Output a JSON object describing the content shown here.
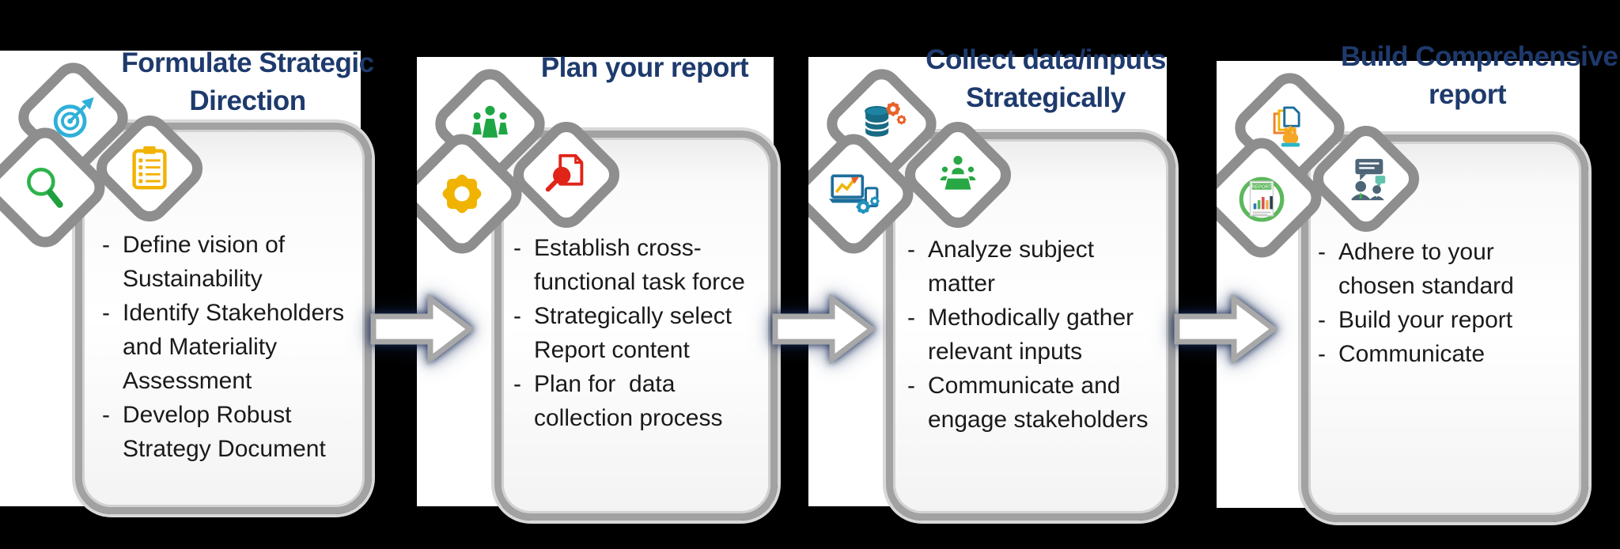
{
  "diagram": {
    "type": "process-flow",
    "background": "#000000",
    "title_color": "#1e3a6d",
    "panel_fill": "#ffffff",
    "box_border_color": "#a2a2a2",
    "diamond_border_color": "#8e8e8e",
    "connector": {
      "shape": "right-arrow",
      "fill": "#ffffff",
      "border": "#a8a8a8"
    }
  },
  "report_icon_label": "REPORT",
  "steps": [
    {
      "title_lines": [
        "Formulate Strategic",
        "Direction"
      ],
      "icons": [
        "target-dart",
        "magnifier",
        "clipboard-checklist"
      ],
      "bullets": [
        "Define vision of Sustainability",
        "Identify Stakeholders and Materiality Assessment",
        "Develop Robust Strategy Document"
      ]
    },
    {
      "title_lines": [
        "Plan your report"
      ],
      "icons": [
        "team",
        "gear",
        "document-search"
      ],
      "bullets": [
        "Establish cross-functional task force",
        "Strategically select Report content",
        "Plan for  data collection process"
      ]
    },
    {
      "title_lines": [
        "Collect data/inputs",
        "Strategically"
      ],
      "icons": [
        "database-gears",
        "analytics-laptop",
        "meeting"
      ],
      "bullets": [
        "Analyze subject matter",
        "Methodically gather relevant inputs",
        "Communicate and engage stakeholders"
      ]
    },
    {
      "title_lines": [
        "Build Comprehensive",
        "report"
      ],
      "icons": [
        "documents-hand",
        "report-chart",
        "discussion"
      ],
      "bullets": [
        "Adhere to your chosen standard",
        "Build your report",
        "Communicate"
      ]
    }
  ]
}
